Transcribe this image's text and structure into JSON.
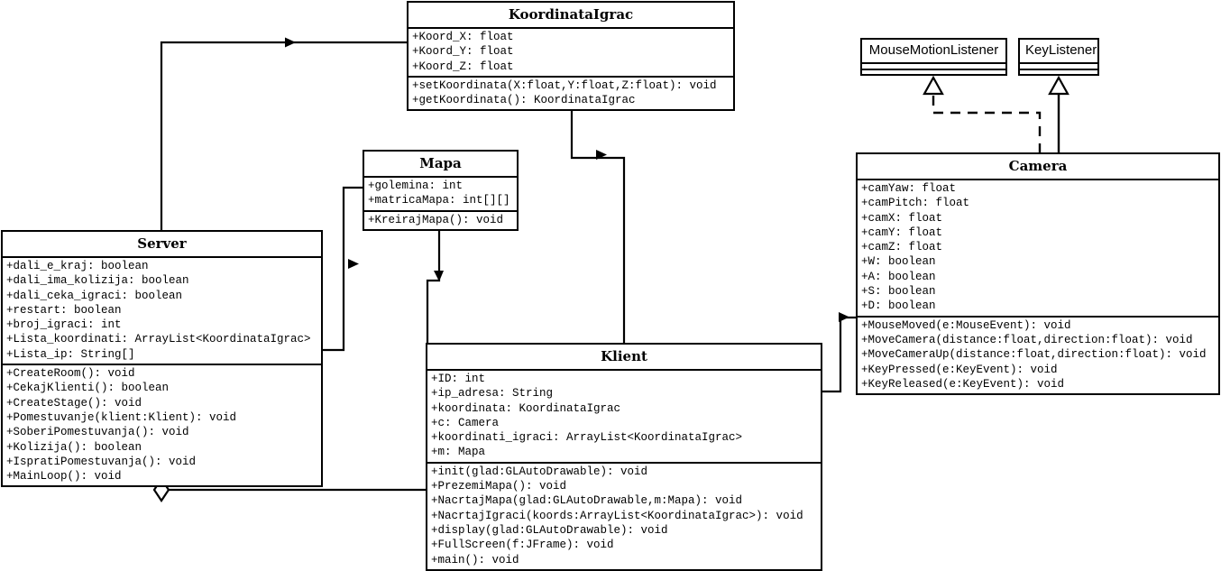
{
  "diagram": {
    "kind": "uml-class-diagram",
    "background": "#ffffff",
    "line_color": "#000000"
  },
  "classes": {
    "koordinata_igrac": {
      "name": "KoordinataIgrac",
      "attributes": [
        "+Koord_X: float",
        "+Koord_Y: float",
        "+Koord_Z: float"
      ],
      "operations": [
        "+setKoordinata(X:float,Y:float,Z:float): void",
        "+getKoordinata(): KoordinataIgrac"
      ]
    },
    "mapa": {
      "name": "Mapa",
      "attributes": [
        "+golemina: int",
        "+matricaMapa: int[][]"
      ],
      "operations": [
        "+KreirajMapa(): void"
      ]
    },
    "server": {
      "name": "Server",
      "attributes": [
        "+dali_e_kraj: boolean",
        "+dali_ima_kolizija: boolean",
        "+dali_ceka_igraci: boolean",
        "+restart: boolean",
        "+broj_igraci: int",
        "+Lista_koordinati: ArrayList<KoordinataIgrac>",
        "+Lista_ip: String[]"
      ],
      "operations": [
        "+CreateRoom(): void",
        "+CekajKlienti(): boolean",
        "+CreateStage(): void",
        "+Pomestuvanje(klient:Klient): void",
        "+SoberiPomestuvanja(): void",
        "+Kolizija(): boolean",
        "+IspratiPomestuvanja(): void",
        "+MainLoop(): void"
      ]
    },
    "klient": {
      "name": "Klient",
      "attributes": [
        "+ID: int",
        "+ip_adresa: String",
        "+koordinata: KoordinataIgrac",
        "+c: Camera",
        "+koordinati_igraci: ArrayList<KoordinataIgrac>",
        "+m: Mapa"
      ],
      "operations": [
        "+init(glad:GLAutoDrawable): void",
        "+PrezemiMapa(): void",
        "+NacrtajMapa(glad:GLAutoDrawable,m:Mapa): void",
        "+NacrtajIgraci(koords:ArrayList<KoordinataIgrac>): void",
        "+display(glad:GLAutoDrawable): void",
        "+FullScreen(f:JFrame): void",
        "+main(): void"
      ]
    },
    "camera": {
      "name": "Camera",
      "attributes": [
        "+camYaw: float",
        "+camPitch: float",
        "+camX: float",
        "+camY: float",
        "+camZ: float",
        "+W: boolean",
        "+A: boolean",
        "+S: boolean",
        "+D: boolean"
      ],
      "operations": [
        "+MouseMoved(e:MouseEvent): void",
        "+MoveCamera(distance:float,direction:float): void",
        "+MoveCameraUp(distance:float,direction:float): void",
        "+KeyPressed(e:KeyEvent): void",
        "+KeyReleased(e:KeyEvent): void"
      ]
    }
  },
  "interfaces": {
    "mouse_motion_listener": {
      "name": "MouseMotionListener"
    },
    "key_listener": {
      "name": "KeyListener"
    }
  },
  "relationships": [
    {
      "id": "server-to-koordinataigrac",
      "type": "association",
      "from": "Server",
      "to": "KoordinataIgrac",
      "arrow": "open"
    },
    {
      "id": "server-to-mapa",
      "type": "association",
      "from": "Server",
      "to": "Mapa",
      "arrow": "open"
    },
    {
      "id": "koordinataigrac-to-klient",
      "type": "association",
      "from": "KoordinataIgrac",
      "to": "Klient",
      "arrow": "open"
    },
    {
      "id": "mapa-to-klient",
      "type": "association",
      "from": "Mapa",
      "to": "Klient",
      "arrow": "open"
    },
    {
      "id": "server-klient-aggregation",
      "type": "aggregation",
      "from": "Server",
      "to": "Klient",
      "arrow": "diamond"
    },
    {
      "id": "klient-to-camera",
      "type": "association",
      "from": "Klient",
      "to": "Camera",
      "arrow": "open"
    },
    {
      "id": "camera-implements-mousemotionlistener",
      "type": "realization",
      "from": "Camera",
      "to": "MouseMotionListener",
      "arrow": "hollow-triangle",
      "line": "dashed"
    },
    {
      "id": "camera-implements-keylistener",
      "type": "realization",
      "from": "Camera",
      "to": "KeyListener",
      "arrow": "hollow-triangle",
      "line": "solid"
    }
  ]
}
